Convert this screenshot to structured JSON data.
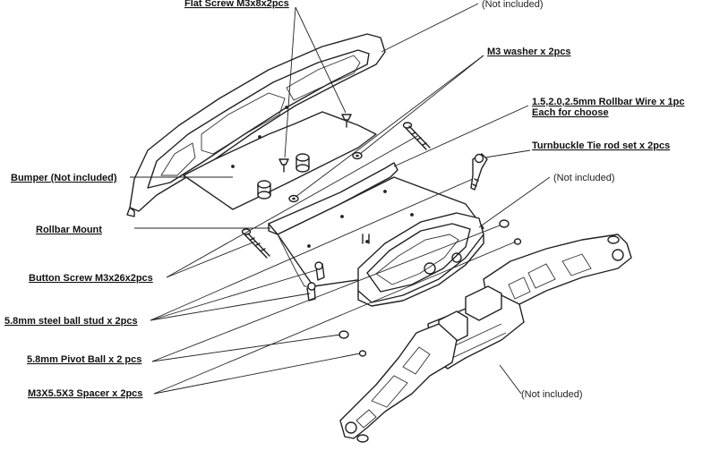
{
  "labels": {
    "flat_screw": "Flat Screw M3x8x2pcs",
    "not_included_top": "(Not included)",
    "m3_washer": "M3 washer x 2pcs",
    "rollbar_wire_line1": "1.5,2.0,2.5mm Rollbar Wire x 1pc",
    "rollbar_wire_line2": "Each for choose",
    "turnbuckle": "Turnbuckle Tie rod set x 2pcs",
    "not_included_mid": "(Not included)",
    "bumper": "Bumper (Not included)",
    "rollbar_mount": "Rollbar Mount",
    "button_screw": "Button Screw M3x26x2pcs",
    "ball_stud": "5.8mm steel ball stud x 2pcs",
    "pivot_ball": "5.8mm Pivot Ball  x 2 pcs",
    "spacer": "M3X5.5X3 Spacer x 2pcs",
    "not_included_bottom": "(Not included)"
  }
}
